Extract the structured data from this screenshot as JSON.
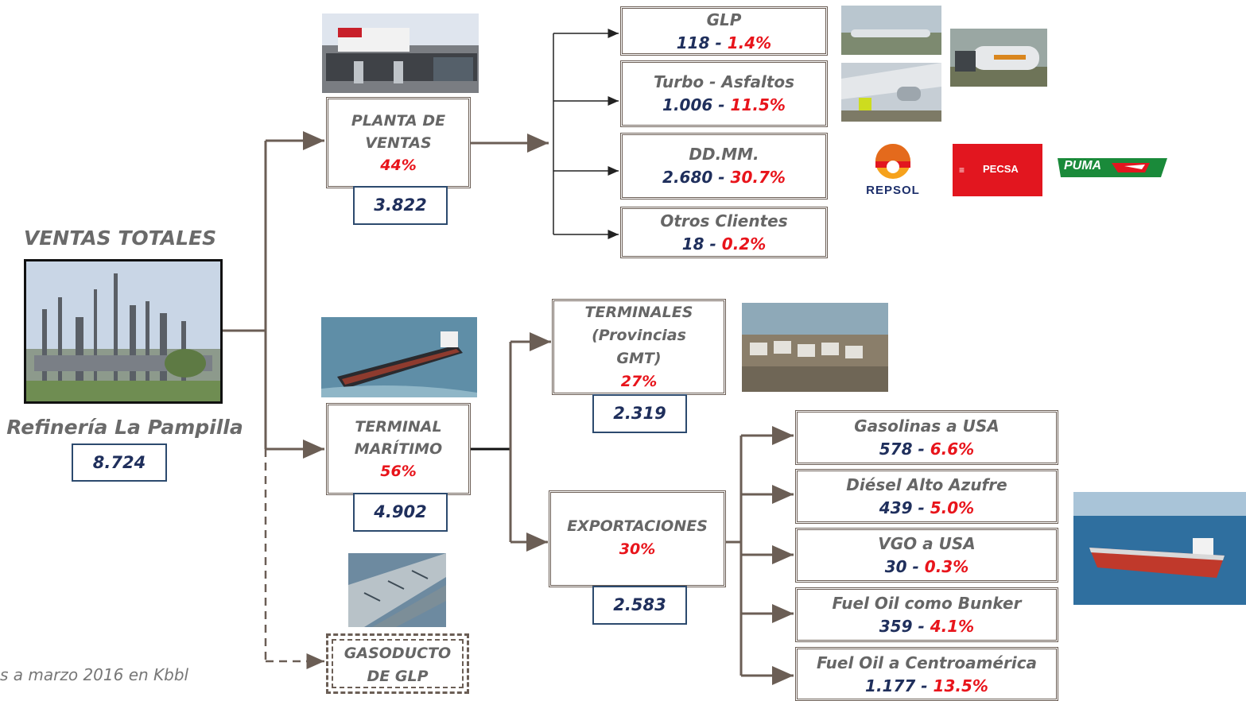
{
  "root": {
    "title": "VENTAS TOTALES",
    "name": "Refinería La Pampilla",
    "value": "8.724"
  },
  "branches": {
    "planta": {
      "line1": "PLANTA DE",
      "line2": "VENTAS",
      "pct": "44%",
      "value": "3.822"
    },
    "terminal": {
      "line1": "TERMINAL",
      "line2": "MARÍTIMO",
      "pct": "56%",
      "value": "4.902"
    },
    "gasoducto": {
      "line1": "GASODUCTO",
      "line2": "DE GLP"
    }
  },
  "planta_leaves": [
    {
      "label": "GLP",
      "vol": "118",
      "sep": " - ",
      "pct": "1.4%"
    },
    {
      "label": "Turbo - Asfaltos",
      "vol": "1.006",
      "sep": " - ",
      "pct": "11.5%"
    },
    {
      "label": "DD.MM.",
      "vol": "2.680",
      "sep": " - ",
      "pct": "30.7%"
    },
    {
      "label": "Otros Clientes",
      "vol": "18",
      "sep": " - ",
      "pct": "0.2%"
    }
  ],
  "terminales": {
    "line1": "TERMINALES",
    "line2": "(Provincias",
    "line3": "GMT)",
    "pct": "27%",
    "value": "2.319"
  },
  "exportaciones": {
    "label": "EXPORTACIONES",
    "pct": "30%",
    "value": "2.583"
  },
  "export_leaves": [
    {
      "label": "Gasolinas a USA",
      "vol": "578",
      "sep": " - ",
      "pct": "6.6%"
    },
    {
      "label": "Diésel Alto Azufre",
      "vol": "439",
      "sep": " - ",
      "pct": "5.0%"
    },
    {
      "label": "VGO a USA",
      "vol": "30",
      "sep": " - ",
      "pct": "0.3%"
    },
    {
      "label": "Fuel Oil como Bunker",
      "vol": "359",
      "sep": " - ",
      "pct": "4.1%"
    },
    {
      "label": "Fuel Oil a Centroamérica",
      "vol": "1.177",
      "sep": " - ",
      "pct": "13.5%"
    }
  ],
  "logos": {
    "repsol": "REPSOL",
    "pecsa": "PECSA",
    "puma": "PUMA"
  },
  "footnote": "s a marzo 2016 en Kbbl",
  "colors": {
    "connector": "#6b5e55",
    "navy": "#1f2f5c",
    "red": "#e8141b",
    "label_gray": "#666666"
  }
}
